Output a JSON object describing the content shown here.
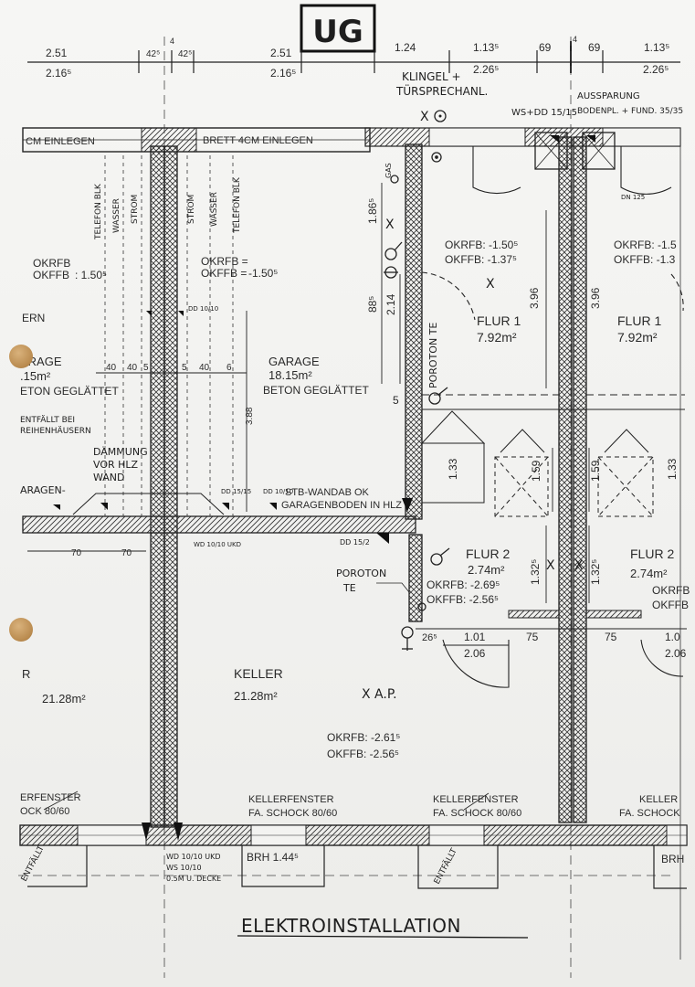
{
  "header": {
    "stamp": "UG",
    "dims_top": [
      "2.51",
      "42⁵",
      "42⁵",
      "2.51",
      "1.24",
      "1.13⁵",
      "69",
      "69",
      "1.13⁵"
    ],
    "dims_top_small": [
      "4",
      "4"
    ],
    "dims_bottom": [
      "2.16⁵",
      "2.16⁵",
      "2.26⁵",
      "2.26⁵"
    ]
  },
  "notes": {
    "klingel": "KLINGEL +",
    "tuersprech": "TÜRSPRECHANL.",
    "ws_dd": "WS+DD 15/15",
    "aussparung": "AUSSPARUNG",
    "bodenpl": "BODENPL. + FUND. 35/35",
    "brett_left": "CM EINLEGEN",
    "brett": "BRETT 4CM EINLEGEN",
    "dn": "DN 125",
    "gas": "GAS"
  },
  "left_room": {
    "vertical_labels": [
      "TELEFON BLK",
      "WASSER",
      "STROM",
      "STROM",
      "WASSER",
      "TELEFON BLK"
    ],
    "okrfb": "OKRFB",
    "okffb": "OKFFB",
    "okffb_val": ": 1.50⁵",
    "okrfb2": "OKRFB =",
    "okffb2": "OKFFB =",
    "okffb2_val": "-1.50⁵",
    "ern": "ERN",
    "garage_left": "ARAGE",
    "garage_left_area": ".15m²",
    "garage_left_beton": "ETON GEGLÄTTET",
    "garage": "GARAGE",
    "garage_area": "18.15m²",
    "garage_beton": "BETON GEGLÄTTET",
    "dims_row": [
      "40",
      "40",
      "5",
      "5",
      "40",
      "6"
    ],
    "d388": "3.88",
    "entfaellt": "ENTFÄLLT BEI",
    "reihen": "REIHENHÄUSERN",
    "daemmung": "DÄMMUNG",
    "vor_hlz": "VOR HLZ",
    "wand": "WAND",
    "garagen_left": "ARAGEN-",
    "stb": "STB-WANDAB OK",
    "garagenboden": "GARAGENBODEN IN HLZ",
    "dd_1515": "DD 15/15",
    "dd_1010": "DD 10/10",
    "dd_10": "DD 10/10",
    "wd_ukd": "WD 10/10 UKD",
    "d70a": "70",
    "d70b": "70"
  },
  "flur": {
    "okrfb": "OKRFB: -1.50⁵",
    "okffb": "OKFFB: -1.37⁵",
    "okrfb_r": "OKRFB: -1.5",
    "okffb_r": "OKFFB: -1.3",
    "flur1": "FLUR 1",
    "flur1_area": "7.92m²",
    "flur1_r": "FLUR 1",
    "flur1_area_r": "7.92m²",
    "d396a": "3.96",
    "d396b": "3.96",
    "d186": "1.86⁵",
    "d88": "88⁵",
    "d214": "2.14",
    "poroton_v": "POROTON TE",
    "d5": "5",
    "d133a": "1.33",
    "d159a": "1.59",
    "d159b": "1.59",
    "d133b": "1.33"
  },
  "flur2": {
    "dd152": "DD 15/2",
    "poroton": "POROTON",
    "te": "TE",
    "flur2": "FLUR 2",
    "area": "2.74m²",
    "okrfb": "OKRFB: -2.69⁵",
    "okffb": "OKFFB: -2.56⁵",
    "flur2_r": "FLUR 2",
    "area_r": "2.74m²",
    "okrfb_r": "OKRFB",
    "okffb_r": "OKFFB",
    "d132a": "1.32⁵",
    "d132b": "1.32⁵",
    "d26": "26⁵",
    "d101": "1.01",
    "d75a": "75",
    "d75b": "75",
    "d206": "2.06",
    "d101r": "1.0",
    "d206r": "2.06"
  },
  "keller": {
    "r": "R",
    "area_left": "21.28m²",
    "keller": "KELLER",
    "area": "21.28m²",
    "ap": "X A.P.",
    "okrfb": "OKRFB: -2.61⁵",
    "okffb": "OKFFB: -2.56⁵"
  },
  "bottom": {
    "kf_left1": "ERFENSTER",
    "kf_left2": "OCK 80/60",
    "kf1": "KELLERFENSTER",
    "kf1b": "FA. SCHOCK 80/60",
    "kf2": "KELLERFENSTER",
    "kf2b": "FA. SCHOCK 80/60",
    "kf3": "KELLER",
    "kf3b": "FA. SCHOCK",
    "entfaellt1": "ENTFÄLLT",
    "entfaellt2": "ENTFÄLLT",
    "brh": "BRH 1.44⁵",
    "brh_r": "BRH",
    "wd1": "WD 10/10 UKD",
    "wd2": "WS 10/10",
    "wd3": "0.5M U. DECKE",
    "title": "ELEKTROINSTALLATION"
  }
}
